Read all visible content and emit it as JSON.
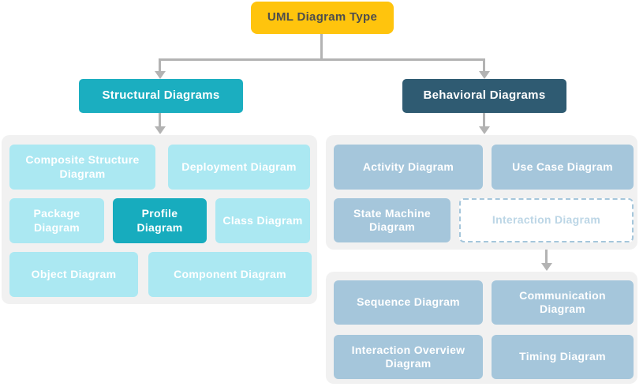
{
  "root": {
    "label": "UML Diagram Type"
  },
  "headers": {
    "structural": {
      "label": "Structural Diagrams"
    },
    "behavioral": {
      "label": "Behavioral Diagrams"
    }
  },
  "structural": {
    "items": [
      {
        "label": "Composite Structure Diagram",
        "highlighted": false
      },
      {
        "label": "Deployment Diagram",
        "highlighted": false
      },
      {
        "label": "Package Diagram",
        "highlighted": false
      },
      {
        "label": "Profile Diagram",
        "highlighted": true
      },
      {
        "label": "Class Diagram",
        "highlighted": false
      },
      {
        "label": "Object Diagram",
        "highlighted": false
      },
      {
        "label": "Component Diagram",
        "highlighted": false
      }
    ]
  },
  "behavioral": {
    "items": [
      {
        "label": "Activity Diagram",
        "style": "solid"
      },
      {
        "label": "Use Case Diagram",
        "style": "solid"
      },
      {
        "label": "State Machine Diagram",
        "style": "solid"
      },
      {
        "label": "Interaction Diagram",
        "style": "dashed"
      }
    ]
  },
  "interaction": {
    "items": [
      {
        "label": "Sequence Diagram"
      },
      {
        "label": "Communication Diagram"
      },
      {
        "label": "Interaction Overview Diagram"
      },
      {
        "label": "Timing Diagram"
      }
    ]
  },
  "colors": {
    "root_bg": "#FFC40D",
    "root_text": "#4D4D4D",
    "structural_header_bg": "#1BAEC0",
    "behavioral_header_bg": "#2F5B72",
    "structural_node_bg": "#ABE8F2",
    "structural_highlight_bg": "#17ACBE",
    "behavioral_node_bg": "#A5C6DB",
    "dashed_border": "#A5C6DB",
    "dashed_text": "#BCD6E6",
    "panel_bg": "#F1F1F1",
    "connector": "#B3B3B3",
    "node_text": "#FFFFFF"
  }
}
